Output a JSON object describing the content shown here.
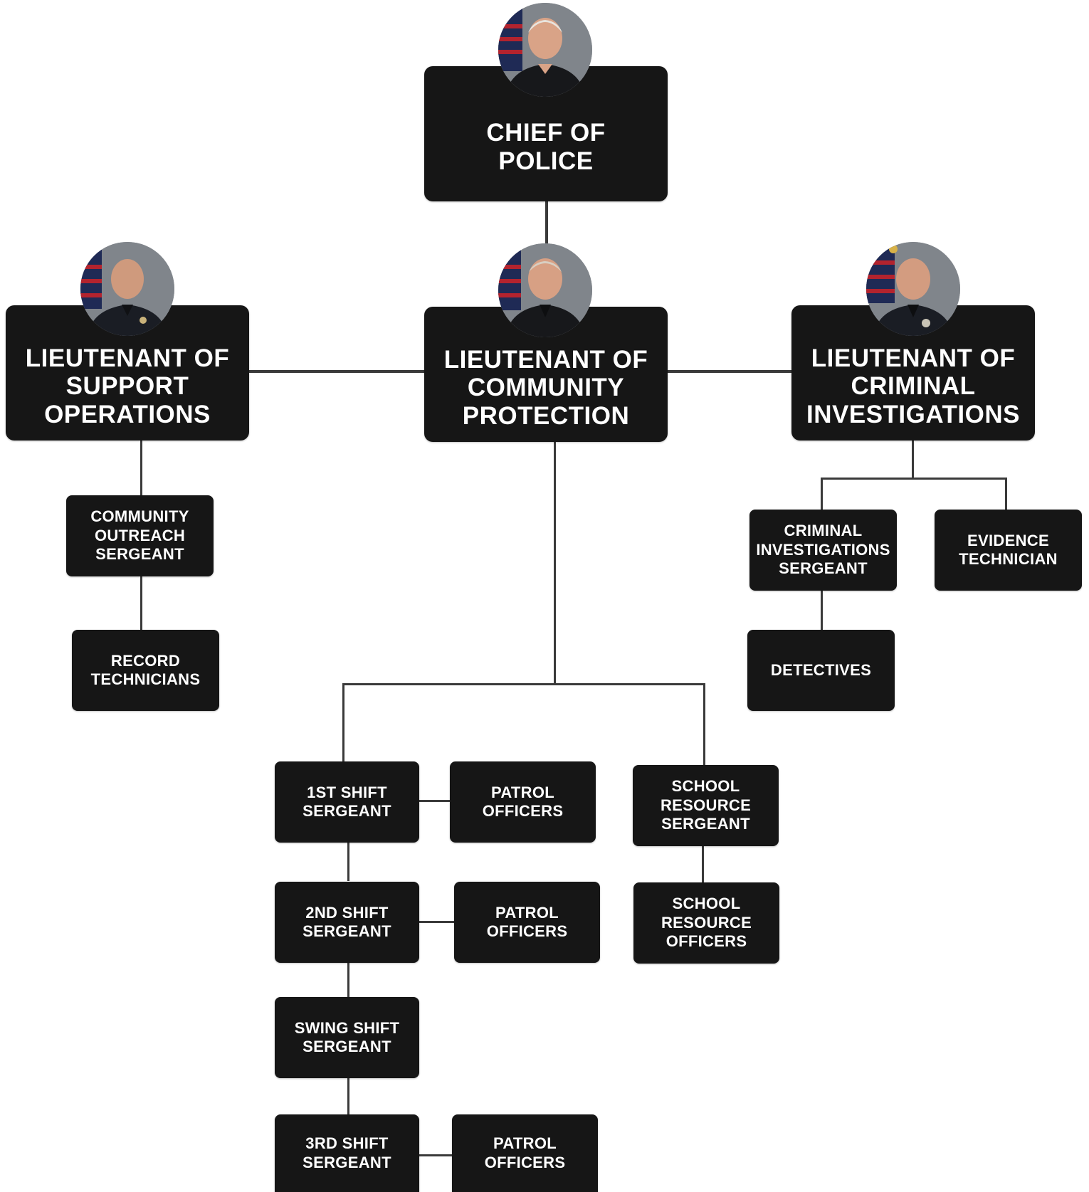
{
  "chief": "CHIEF OF\nPOLICE",
  "lt_support": "LIEUTENANT OF\nSUPPORT\nOPERATIONS",
  "lt_community": "LIEUTENANT OF\nCOMMUNITY\nPROTECTION",
  "lt_criminal": "LIEUTENANT OF\nCRIMINAL\nINVESTIGATIONS",
  "community_outreach_sergeant": "COMMUNITY\nOUTREACH\nSERGEANT",
  "record_technicians": "RECORD\nTECHNICIANS",
  "criminal_investigations_sergeant": "CRIMINAL\nINVESTIGATIONS\nSERGEANT",
  "evidence_technician": "EVIDENCE\nTECHNICIAN",
  "detectives": "DETECTIVES",
  "first_shift_sergeant": "1ST SHIFT\nSERGEANT",
  "patrol_officers_1": "PATROL\nOFFICERS",
  "second_shift_sergeant": "2ND SHIFT\nSERGEANT",
  "patrol_officers_2": "PATROL\nOFFICERS",
  "swing_shift_sergeant": "SWING SHIFT\nSERGEANT",
  "third_shift_sergeant": "3RD SHIFT\nSERGEANT",
  "patrol_officers_3": "PATROL\nOFFICERS",
  "school_resource_sergeant": "SCHOOL\nRESOURCE\nSERGEANT",
  "school_resource_officers": "SCHOOL\nRESOURCE\nOFFICERS"
}
